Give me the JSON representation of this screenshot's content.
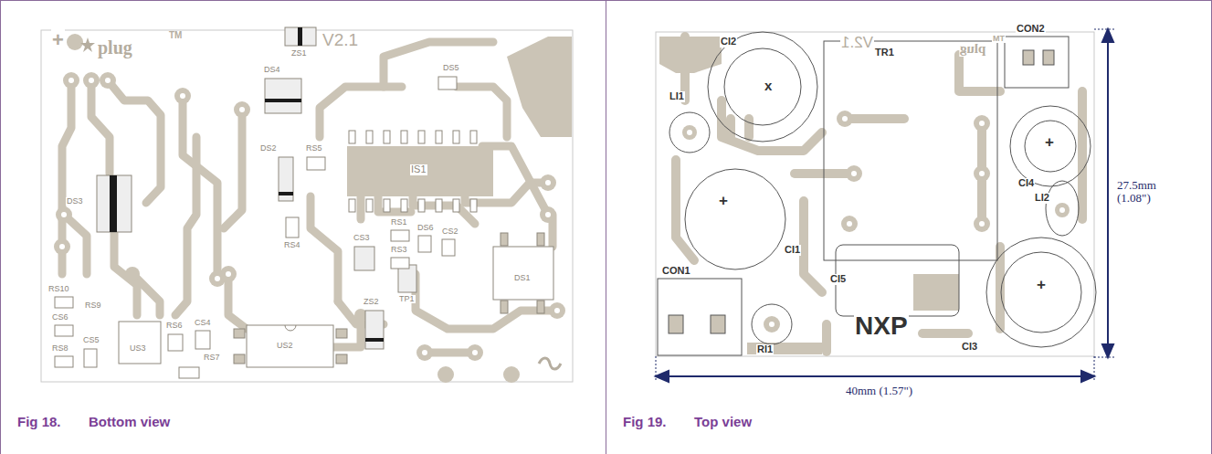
{
  "diagram": {
    "nodes": [
      {
        "text": [
          "Fig 18.",
          "Bottom view"
        ]
      },
      {
        "text": [
          "Fig 19.",
          "Top view"
        ]
      }
    ],
    "labels": [
      "+",
      "plug",
      "TM",
      "V2.1",
      "ZS1",
      "DS4",
      "DS5",
      "DS2",
      "RS5",
      "IS1",
      "DS3",
      "RS4",
      "CS3",
      "RS1",
      "DS6",
      "CS2",
      "RS3",
      "TP1",
      "ZS2",
      "DS1",
      "US2",
      "US3",
      "RS10",
      "RS9",
      "CS6",
      "CS5",
      "RS8",
      "RS6",
      "CS4",
      "RS7",
      "CI2",
      "TR1",
      "CON2",
      "LI1",
      "x",
      "+",
      "CI1",
      "CON1",
      "CI5",
      "RI1",
      "NXP",
      "CI3",
      "CI4",
      "LI2",
      "+",
      "+",
      "V2.1",
      "plug",
      "TM",
      "27.5mm (1.08\")",
      "40mm (1.57\")"
    ]
  }
}
